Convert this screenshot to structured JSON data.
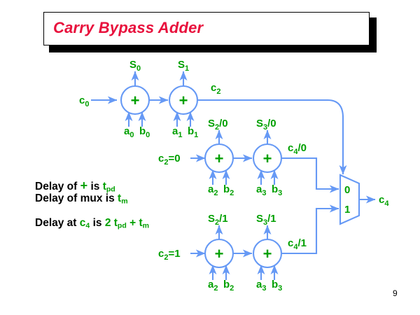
{
  "slide": {
    "title": "Carry Bypass Adder",
    "page_number": "9",
    "colors": {
      "title_text": "#e8103c",
      "wire": "#6699f5",
      "label": "#00a000",
      "body_text": "#000000",
      "background": "#ffffff",
      "title_border": "#000000"
    }
  },
  "notes": {
    "line1_prefix": "Delay of",
    "line1_symbol": "+",
    "line1_mid": "is",
    "line1_value_base": "t",
    "line1_value_sub": "pd",
    "line2_prefix": "Delay of mux is",
    "line2_value_base": "t",
    "line2_value_sub": "m",
    "line3_prefix": "Delay at",
    "line3_signal_base": "c",
    "line3_signal_sub": "4",
    "line3_mid": "is",
    "line3_expr_coeff": "2",
    "line3_expr_t1_base": "t",
    "line3_expr_t1_sub": "pd",
    "line3_expr_op": "+",
    "line3_expr_t2_base": "t",
    "line3_expr_t2_sub": "m"
  },
  "diagram": {
    "adder_symbol": "+",
    "rows": [
      {
        "id": "row-top",
        "carry_in": {
          "base": "c",
          "sub": "0"
        },
        "carry_out": {
          "base": "c",
          "sub": "2",
          "suffix": ""
        },
        "adders": [
          {
            "sum": {
              "base": "S",
              "sub": "0",
              "suffix": ""
            },
            "input_a": {
              "base": "a",
              "sub": "0"
            },
            "input_b": {
              "base": "b",
              "sub": "0"
            }
          },
          {
            "sum": {
              "base": "S",
              "sub": "1",
              "suffix": ""
            },
            "input_a": {
              "base": "a",
              "sub": "1"
            },
            "input_b": {
              "base": "b",
              "sub": "1"
            }
          }
        ]
      },
      {
        "id": "row-middle",
        "carry_in": {
          "base": "c",
          "sub": "2",
          "suffix": "=0"
        },
        "carry_out": {
          "base": "c",
          "sub": "4",
          "suffix": "/0"
        },
        "adders": [
          {
            "sum": {
              "base": "S",
              "sub": "2",
              "suffix": "/0"
            },
            "input_a": {
              "base": "a",
              "sub": "2"
            },
            "input_b": {
              "base": "b",
              "sub": "2"
            }
          },
          {
            "sum": {
              "base": "S",
              "sub": "3",
              "suffix": "/0"
            },
            "input_a": {
              "base": "a",
              "sub": "3"
            },
            "input_b": {
              "base": "b",
              "sub": "3"
            }
          }
        ]
      },
      {
        "id": "row-bottom",
        "carry_in": {
          "base": "c",
          "sub": "2",
          "suffix": "=1"
        },
        "carry_out": {
          "base": "c",
          "sub": "4",
          "suffix": "/1"
        },
        "adders": [
          {
            "sum": {
              "base": "S",
              "sub": "2",
              "suffix": "/1"
            },
            "input_a": {
              "base": "a",
              "sub": "2"
            },
            "input_b": {
              "base": "b",
              "sub": "2"
            }
          },
          {
            "sum": {
              "base": "S",
              "sub": "3",
              "suffix": "/1"
            },
            "input_a": {
              "base": "a",
              "sub": "3"
            },
            "input_b": {
              "base": "b",
              "sub": "3"
            }
          }
        ]
      }
    ],
    "mux": {
      "input_0_label": "0",
      "input_1_label": "1",
      "output": {
        "base": "c",
        "sub": "4"
      }
    }
  }
}
